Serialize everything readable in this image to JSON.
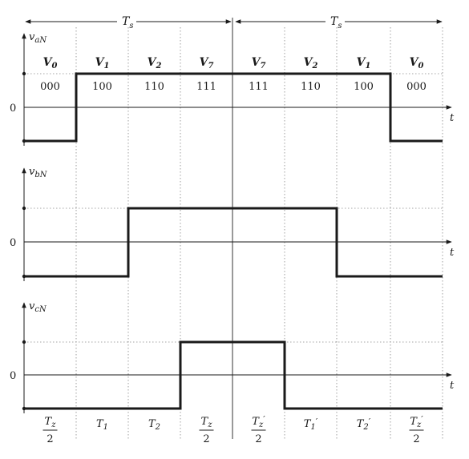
{
  "period_label": "T",
  "period_sub": "s",
  "zero_label": "0",
  "time_label": "t",
  "phases": [
    {
      "v": "v",
      "sub": "aN",
      "levels": [
        0,
        1,
        1,
        1,
        1,
        1,
        1,
        0
      ]
    },
    {
      "v": "v",
      "sub": "bN",
      "levels": [
        0,
        0,
        1,
        1,
        1,
        1,
        0,
        0
      ]
    },
    {
      "v": "v",
      "sub": "cN",
      "levels": [
        0,
        0,
        0,
        1,
        1,
        0,
        0,
        0
      ]
    }
  ],
  "vectors": [
    {
      "name": "V",
      "sub": "0",
      "code": "000"
    },
    {
      "name": "V",
      "sub": "1",
      "code": "100"
    },
    {
      "name": "V",
      "sub": "2",
      "code": "110"
    },
    {
      "name": "V",
      "sub": "7",
      "code": "111"
    },
    {
      "name": "V",
      "sub": "7",
      "code": "111"
    },
    {
      "name": "V",
      "sub": "2",
      "code": "110"
    },
    {
      "name": "V",
      "sub": "1",
      "code": "100"
    },
    {
      "name": "V",
      "sub": "0",
      "code": "000"
    }
  ],
  "intervals": [
    {
      "kind": "frac",
      "main": "T",
      "sub": "z",
      "prime": "",
      "den": "2"
    },
    {
      "kind": "plain",
      "main": "T",
      "sub": "1",
      "prime": ""
    },
    {
      "kind": "plain",
      "main": "T",
      "sub": "2",
      "prime": ""
    },
    {
      "kind": "frac",
      "main": "T",
      "sub": "z",
      "prime": "",
      "den": "2"
    },
    {
      "kind": "frac",
      "main": "T",
      "sub": "z",
      "prime": "′",
      "den": "2"
    },
    {
      "kind": "plain",
      "main": "T",
      "sub": "1",
      "prime": "′"
    },
    {
      "kind": "plain",
      "main": "T",
      "sub": "2",
      "prime": "′"
    },
    {
      "kind": "frac",
      "main": "T",
      "sub": "z",
      "prime": "′",
      "den": "2"
    }
  ]
}
